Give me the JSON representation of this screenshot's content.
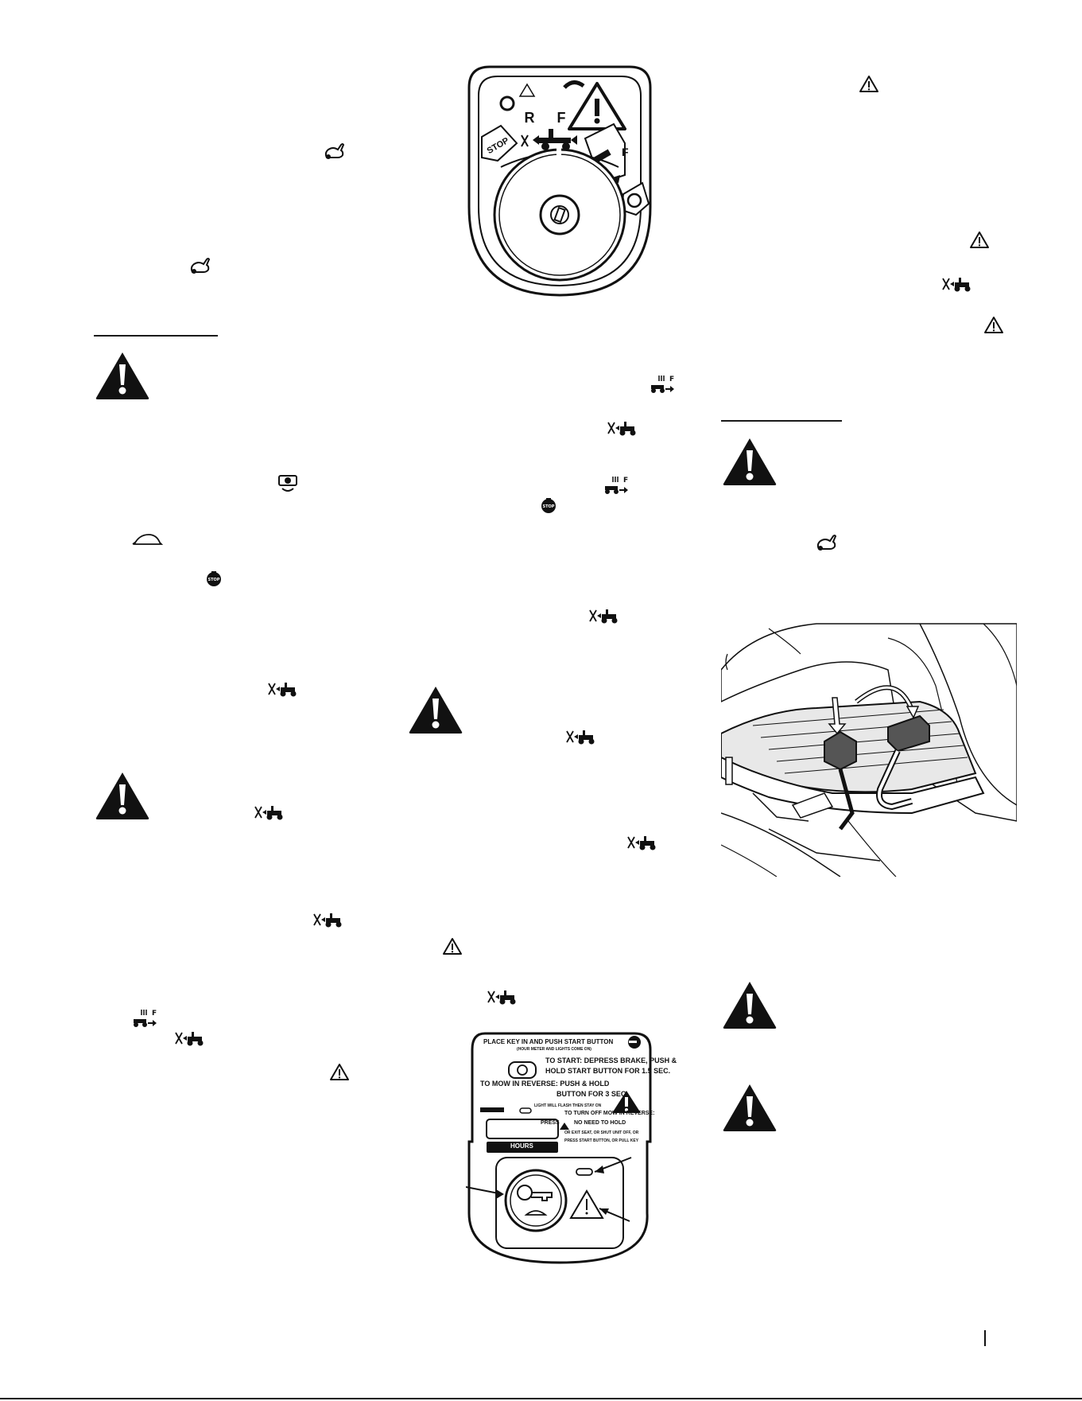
{
  "ignition_panel": {
    "gear_r": "R",
    "gear_f": "F",
    "stop_badge": "STOP",
    "mow_f": "F"
  },
  "start_label": {
    "line1": "PLACE KEY IN AND PUSH START BUTTON",
    "line1_sub": "(HOUR METER AND LIGHTS COME ON)",
    "line2": "TO START: DEPRESS BRAKE, PUSH &",
    "line3": "HOLD START BUTTON FOR 1.5 SEC.",
    "line4": "TO MOW IN REVERSE:  PUSH & HOLD",
    "line5": "BUTTON FOR 3 SEC.",
    "line5_sub": "LIGHT WILL FLASH THEN STAY ON",
    "off_line1": "TO TURN OFF MOW IN REVERSE:",
    "off_line2a": "PRESS",
    "off_line2b": "NO NEED TO HOLD",
    "off_line3": "OR EXIT SEAT, OR SHUT UNIT OFF, OR",
    "off_line4": "PRESS START BUTTON, OR PULL KEY",
    "hours": "HOURS"
  },
  "icons": {
    "warning": "warning-triangle-icon",
    "rabbit": "rabbit-icon",
    "turtle": "turtle-icon",
    "stop": "stop-icon",
    "mow_reverse": "mow-in-reverse-icon",
    "mow_forward": "mow-forward-icon",
    "pto": "pto-engage-icon"
  }
}
